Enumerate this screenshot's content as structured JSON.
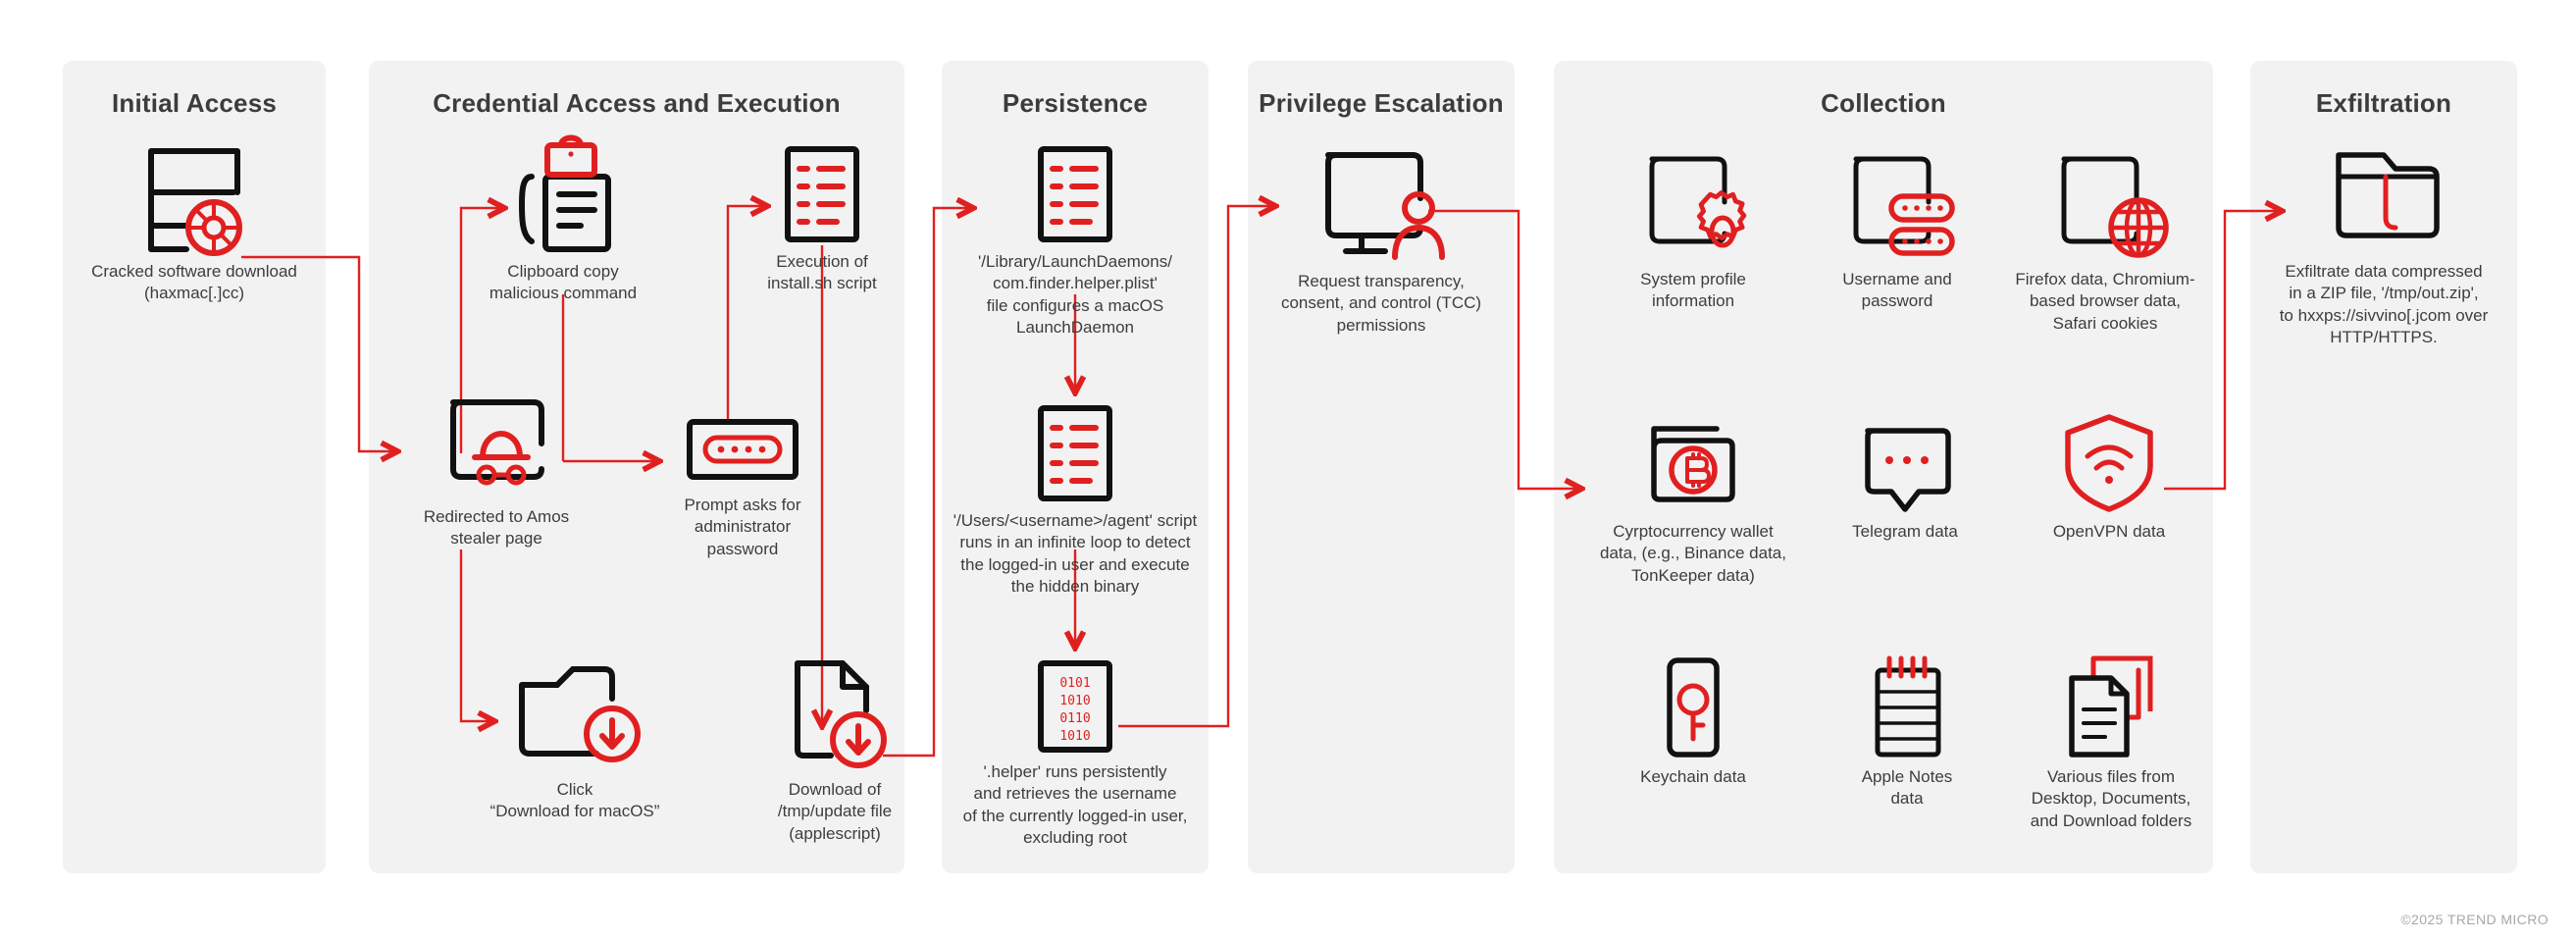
{
  "meta": {
    "footer": "©2025 TREND MICRO",
    "accent_red": "#e02020",
    "ink_black": "#111111",
    "panel_bg": "#f2f2f2",
    "page_bg": "#ffffff",
    "text_color": "#3d3d3d"
  },
  "stages": [
    {
      "id": "initial-access",
      "title": "Initial Access"
    },
    {
      "id": "credential-access",
      "title": "Credential Access and Execution"
    },
    {
      "id": "persistence",
      "title": "Persistence"
    },
    {
      "id": "privilege-escalation",
      "title": "Privilege Escalation"
    },
    {
      "id": "collection",
      "title": "Collection"
    },
    {
      "id": "exfiltration",
      "title": "Exfiltration"
    }
  ],
  "nodes": {
    "cracked_software": {
      "caption": "Cracked software download\n(haxmac[.]cc)",
      "icon": "browser-window-target-icon"
    },
    "clipboard_copy": {
      "caption": "Clipboard copy\nmalicious command",
      "icon": "clipboard-document-icon"
    },
    "redirected_amos": {
      "caption": "Redirected to Amos\nstealer page",
      "icon": "browser-window-mask-icon"
    },
    "click_download_macos": {
      "caption": "Click\n“Download for macOS”",
      "icon": "browser-window-download-icon"
    },
    "execution_install_sh": {
      "caption": "Execution of\ninstall.sh script",
      "icon": "script-lines-icon"
    },
    "prompt_admin_password": {
      "caption": "Prompt asks for\nadministrator\npassword",
      "icon": "password-field-icon"
    },
    "download_tmp_update": {
      "caption": "Download of\n/tmp/update file\n(applescript)",
      "icon": "file-download-icon"
    },
    "launchdaemon_plist": {
      "caption": "'/Library/LaunchDaemons/\ncom.finder.helper.plist'\nfile configures a macOS\nLaunchDaemon",
      "icon": "script-lines-icon"
    },
    "agent_script": {
      "caption": "'/Users/<username>/agent' script\nruns in an infinite loop to detect\nthe logged-in user and execute\nthe hidden binary",
      "icon": "script-lines-icon"
    },
    "helper_binary": {
      "caption": "'.helper' runs persistently\nand retrieves the username\nof the currently logged-in user,\nexcluding root",
      "icon": "binary-code-icon"
    },
    "tcc_permissions": {
      "caption": "Request transparency,\nconsent, and control (TCC)\npermissions",
      "icon": "monitor-user-icon"
    },
    "system_profile": {
      "caption": "System profile\ninformation",
      "icon": "window-gear-icon"
    },
    "username_password": {
      "caption": "Username and\npassword",
      "icon": "window-credentials-icon"
    },
    "browser_data": {
      "caption": "Firefox data, Chromium-\nbased browser data,\nSafari cookies",
      "icon": "window-globe-icon"
    },
    "crypto_wallet": {
      "caption": "Cyrptocurrency wallet\ndata, (e.g., Binance data,\nTonKeeper data)",
      "icon": "wallet-bitcoin-icon"
    },
    "telegram_data": {
      "caption": "Telegram data",
      "icon": "chat-bubble-icon"
    },
    "openvpn_data": {
      "caption": "OpenVPN data",
      "icon": "shield-wifi-icon"
    },
    "keychain_data": {
      "caption": "Keychain data",
      "icon": "phone-key-icon"
    },
    "apple_notes": {
      "caption": "Apple Notes\ndata",
      "icon": "notepad-icon"
    },
    "various_files": {
      "caption": "Various files from\nDesktop, Documents,\nand Download folders",
      "icon": "documents-stack-icon"
    },
    "exfiltrate": {
      "caption": "Exfiltrate data compressed\nin a ZIP file, '/tmp/out.zip',\nto hxxps://sivvino[.jcom over\nHTTP/HTTPS.",
      "icon": "folder-zip-icon"
    }
  }
}
